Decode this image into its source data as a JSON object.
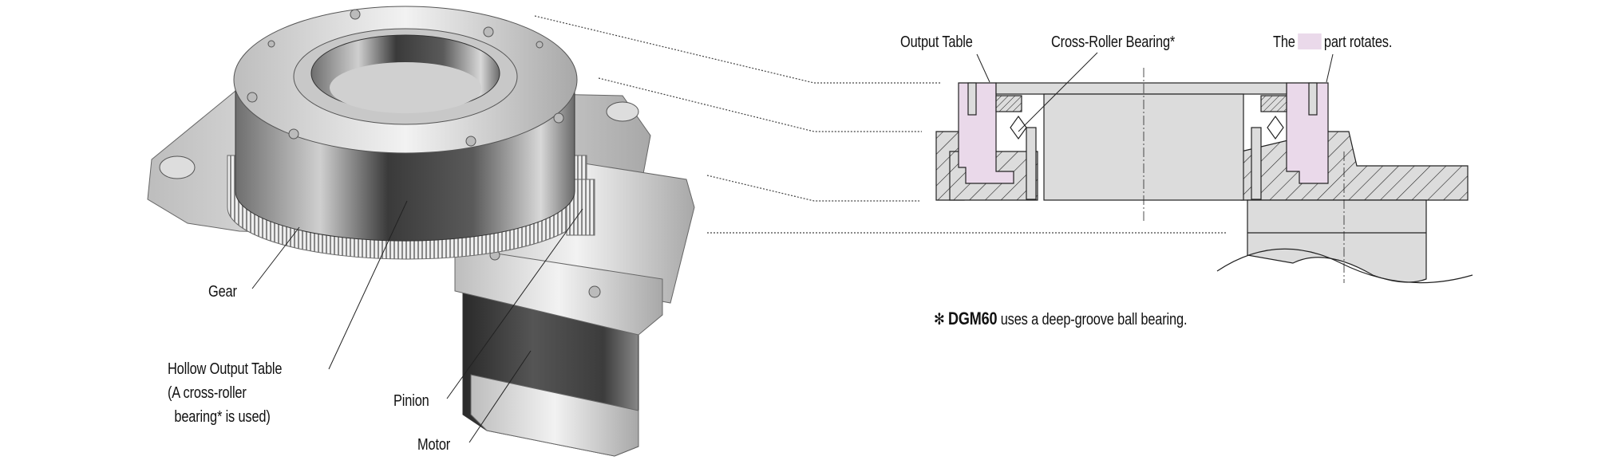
{
  "illustration": {
    "labels": {
      "gear": "Gear",
      "hollow_output_table": [
        "Hollow Output Table",
        "(A cross-roller",
        " bearing* is used)"
      ],
      "pinion": "Pinion",
      "motor": "Motor"
    }
  },
  "section_view": {
    "labels": {
      "output_table": "Output Table",
      "cross_roller_bearing": "Cross-Roller Bearing*",
      "rotates_prefix": "The",
      "rotates_suffix": "part rotates."
    },
    "rotating_part_color": "#ead9ea"
  },
  "footnote": {
    "symbol": "✻",
    "model": "DGM60",
    "text": "uses a deep-groove ball bearing."
  }
}
